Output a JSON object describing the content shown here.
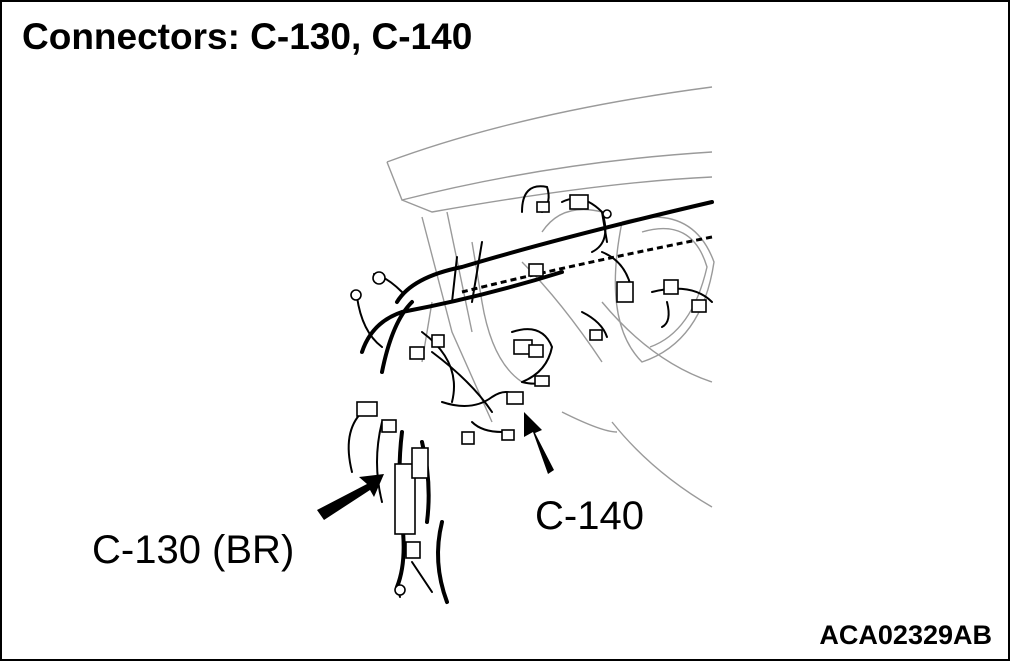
{
  "title": "Connectors: C-130, C-140",
  "labels": {
    "c130": "C-130 (BR)",
    "c140": "C-140"
  },
  "figure_code": "ACA02329AB"
}
